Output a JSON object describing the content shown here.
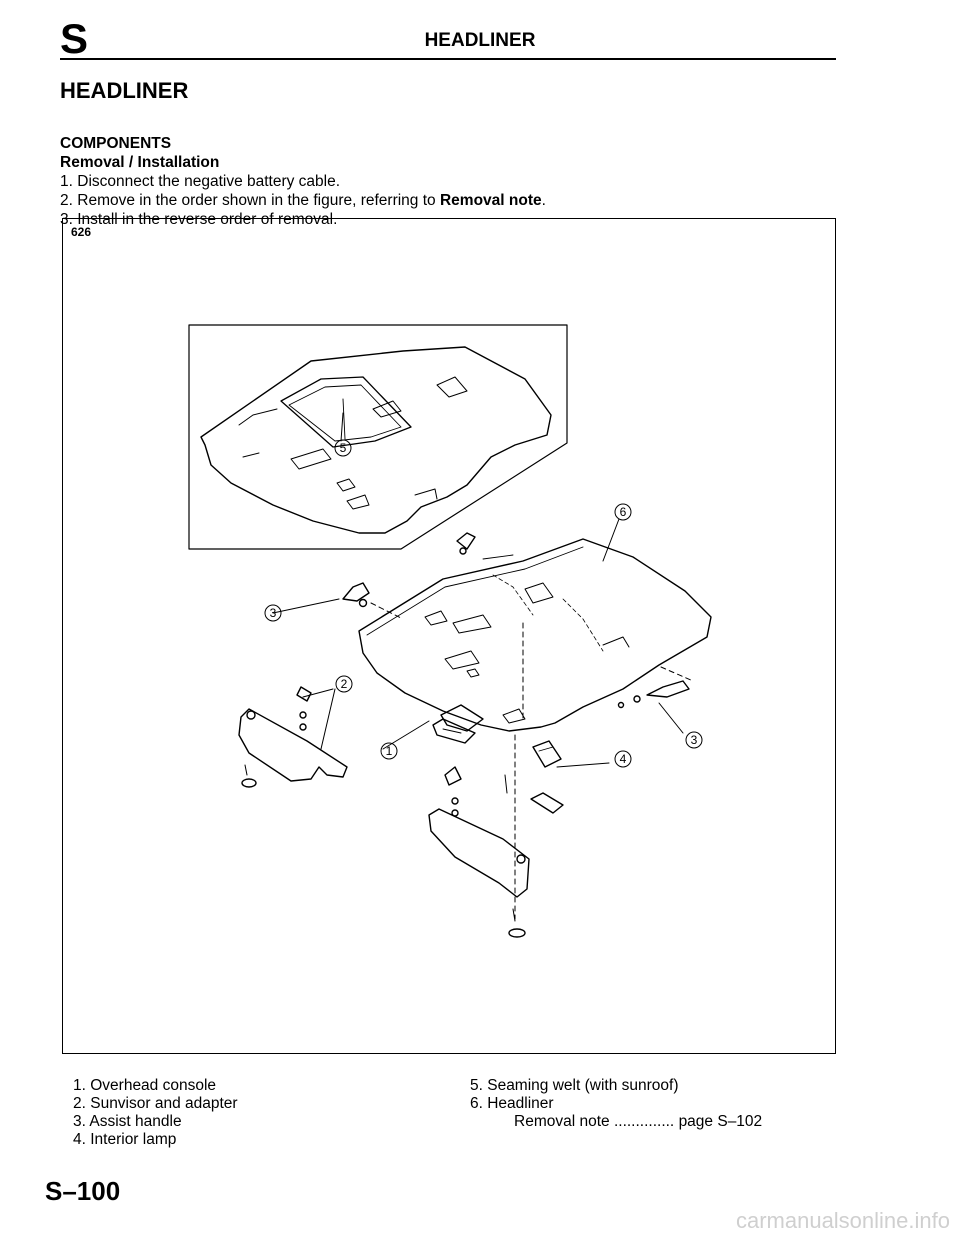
{
  "header": {
    "section_letter": "S",
    "title": "HEADLINER"
  },
  "section": {
    "title": "HEADLINER",
    "subheading": "COMPONENTS",
    "subsubheading": "Removal / Installation"
  },
  "steps": [
    {
      "num": "1.",
      "text": "Disconnect the negative battery cable."
    },
    {
      "num": "2.",
      "text": "Remove in the order shown in the figure, referring to ",
      "bold": "Removal note",
      "suffix": "."
    },
    {
      "num": "3.",
      "text": "Install in the reverse order of removal."
    }
  ],
  "figure": {
    "label": "626",
    "callouts": [
      "1",
      "2",
      "3",
      "3",
      "4",
      "5",
      "6"
    ]
  },
  "legend": {
    "left": [
      "1.  Overhead console",
      "2.  Sunvisor and adapter",
      "3.  Assist handle",
      "4.  Interior lamp"
    ],
    "right": [
      "5.  Seaming welt (with sunroof)",
      "6.  Headliner"
    ],
    "note": {
      "label": "Removal note",
      "leader": "..............",
      "page": "page S–102"
    }
  },
  "footer": {
    "page": "S–100",
    "watermark": "carmanualsonline.info"
  }
}
